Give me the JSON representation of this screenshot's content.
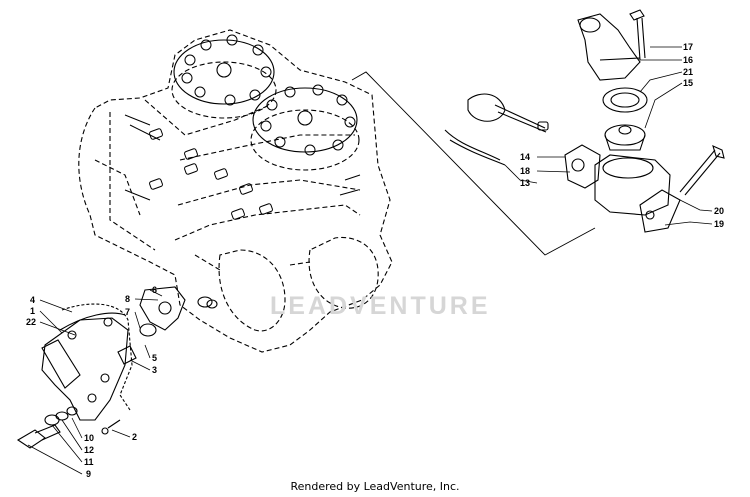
{
  "watermark": "LEADVENTURE",
  "footer": "Rendered by LeadVenture, Inc.",
  "callouts": {
    "c1": "1",
    "c2": "2",
    "c3": "3",
    "c4": "4",
    "c5": "5",
    "c6": "6",
    "c7": "7",
    "c8": "8",
    "c9": "9",
    "c10": "10",
    "c11": "11",
    "c12": "12",
    "c13": "13",
    "c14": "14",
    "c15": "15",
    "c16": "16",
    "c17": "17",
    "c18": "18",
    "c19": "19",
    "c20": "20",
    "c21": "21",
    "c22": "22"
  }
}
